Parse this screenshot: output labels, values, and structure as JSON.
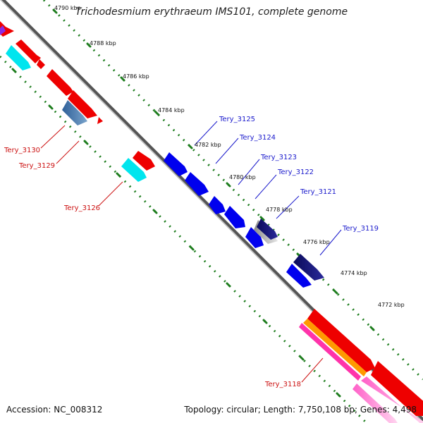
{
  "title": "Trichodesmium erythraeum IMS101, complete genome",
  "accession": "Accession: NC_008312",
  "topology": "Topology: circular; Length: 7,750,108 bp; Genes: 4,498",
  "scale_labels": [
    "4790 kbp",
    "4788 kbp",
    "4786 kbp",
    "4784 kbp",
    "4782 kbp",
    "4780 kbp",
    "4778 kbp",
    "4776 kbp",
    "4774 kbp",
    "4772 kbp"
  ],
  "gene_labels": [
    {
      "text": "Tery_3125",
      "strand": "forward"
    },
    {
      "text": "Tery_3124",
      "strand": "forward"
    },
    {
      "text": "Tery_3123",
      "strand": "forward"
    },
    {
      "text": "Tery_3122",
      "strand": "forward"
    },
    {
      "text": "Tery_3121",
      "strand": "forward"
    },
    {
      "text": "Tery_3119",
      "strand": "forward"
    },
    {
      "text": "Tery_3130",
      "strand": "reverse"
    },
    {
      "text": "Tery_3129",
      "strand": "reverse"
    },
    {
      "text": "Tery_3126",
      "strand": "reverse"
    },
    {
      "text": "Tery_3118",
      "strand": "reverse"
    }
  ],
  "colors": {
    "forward_label": "#1a1acc",
    "reverse_label": "#cc1111",
    "backbone": "#777777",
    "tick_dots": "#1e7d1e"
  }
}
